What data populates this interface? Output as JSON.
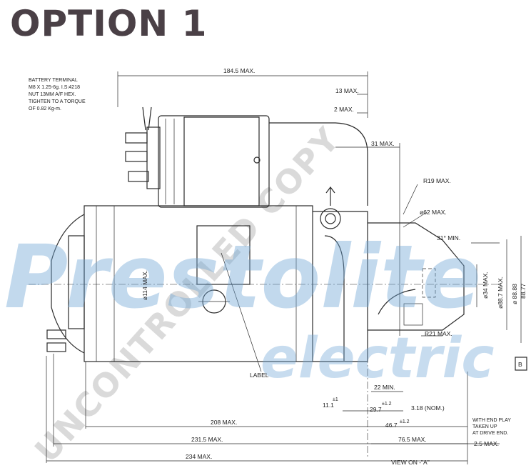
{
  "title": "OPTION 1",
  "battery_note": [
    "BATTERY TERMINAL",
    "M8 X 1.25-6g. I.S:4218",
    "NUT 13MM A/F HEX.",
    "TIGHTEN TO A TORQUE",
    "OF 0.82 Kg-m."
  ],
  "dims": {
    "d184": "184.5 MAX.",
    "d13": "13 MAX.",
    "d2": "2 MAX.",
    "d31": "31 MAX.",
    "r19": "R19 MAX.",
    "phi62": "ø62 MAX.",
    "a31": "31° MIN.",
    "phi114": "ø114 MAX.",
    "phi34": "ø34 MAX.",
    "phi887": "ø88.7 MAX.",
    "phi8888": "ø 88.88",
    "phi8877": "88.77",
    "r21": "R21 MAX.",
    "label": "LABEL",
    "d22": "22 MIN.",
    "d113": "11.1",
    "d113tol": "±1",
    "d297": "29.7",
    "d297tol": "±1.2",
    "d318": "3.18 (NOM.)",
    "d467": "46.7",
    "d467tol": "±1.2",
    "d208": "208 MAX.",
    "d2315": "231.5 MAX.",
    "d765": "76.5 MAX.",
    "d25": "2.5 MAX.",
    "d234": "234 MAX.",
    "view": "VIEW ON -\"A\"",
    "endplay": [
      "WITH END PLAY",
      "TAKEN UP",
      "AT DRIVE END."
    ],
    "boxB": "B"
  },
  "watermark": {
    "logo": "Prestolite",
    "sub": "electric",
    "diagonal": "UNCONTROLLED COPY"
  }
}
